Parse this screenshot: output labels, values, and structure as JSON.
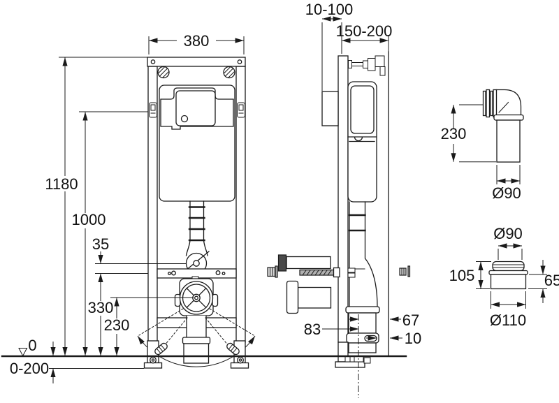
{
  "front": {
    "width": "380",
    "total_height": "1180",
    "inlet_height": "1000",
    "gap": "35",
    "bend_height": "330",
    "drain_height": "230",
    "floor_zero": "0",
    "floor_adjust": "0-200"
  },
  "side": {
    "wall_gap": "10-100",
    "depth": "150-200",
    "drain_offset": "83",
    "drain_to_wall": "67",
    "lip_to_wall": "10"
  },
  "elbow": {
    "height": "230",
    "diameter": "Ø90"
  },
  "adapter": {
    "inlet_diameter": "Ø90",
    "height": "105",
    "socket_height": "65",
    "outlet_diameter": "Ø110"
  },
  "colors": {
    "line": "#1a1a1a",
    "reference": "#8a8a8a",
    "background": "#ffffff"
  }
}
